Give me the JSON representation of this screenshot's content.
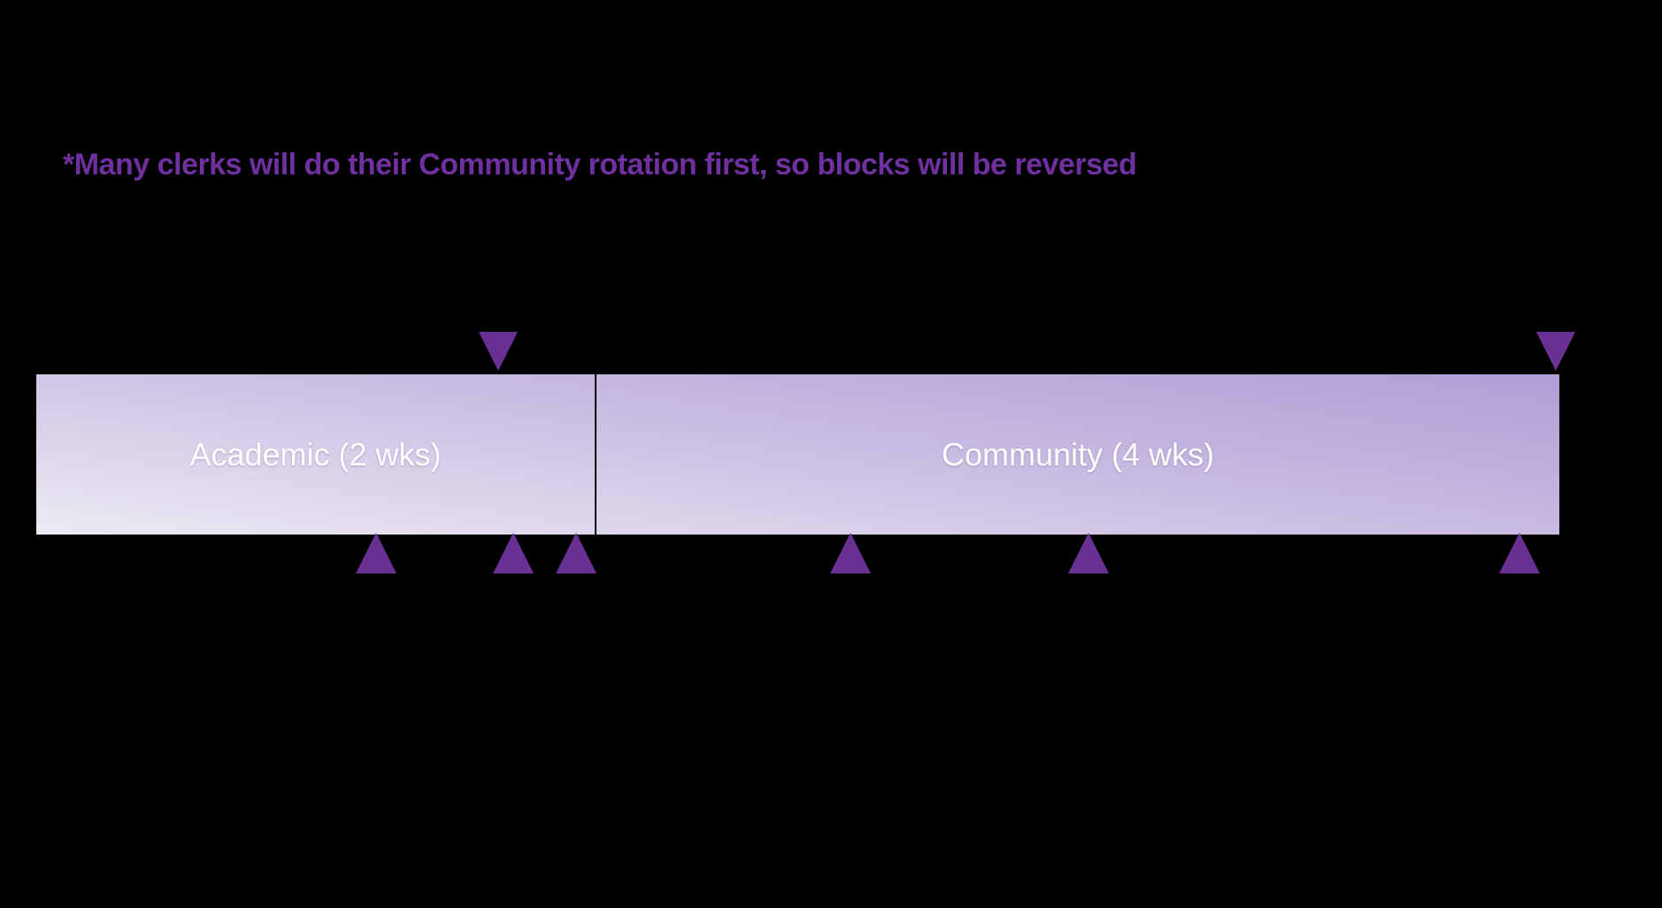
{
  "slide": {
    "background_color": "#000000",
    "note": "*Many clerks will do their Community rotation first, so blocks will be reversed",
    "note_color": "#7030A0"
  },
  "timeline": {
    "bar": {
      "gradient_top_right": "#B19DD5",
      "gradient_bottom_left": "#EDEAF3",
      "label_color": "#FFFFFF",
      "divider_color": "#000000"
    },
    "blocks": [
      {
        "label": "Academic (2 wks)"
      },
      {
        "label": "Community (4 wks)"
      }
    ],
    "markers": {
      "color": "#6A3096",
      "above_pointing_down_count": 2,
      "below_pointing_up_count": 6
    }
  }
}
